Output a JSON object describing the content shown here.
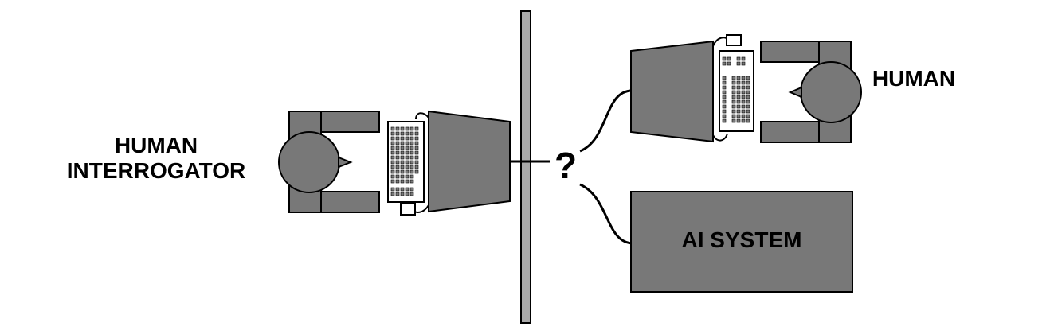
{
  "labels": {
    "interrogator_line1": "HUMAN",
    "interrogator_line2": "INTERROGATOR",
    "human": "HUMAN",
    "ai_system": "AI SYSTEM",
    "question_mark": "?"
  },
  "colors": {
    "fill": "#787878",
    "wall": "#a9a9a9",
    "stroke": "#000000",
    "keyboard": "#ffffff"
  }
}
